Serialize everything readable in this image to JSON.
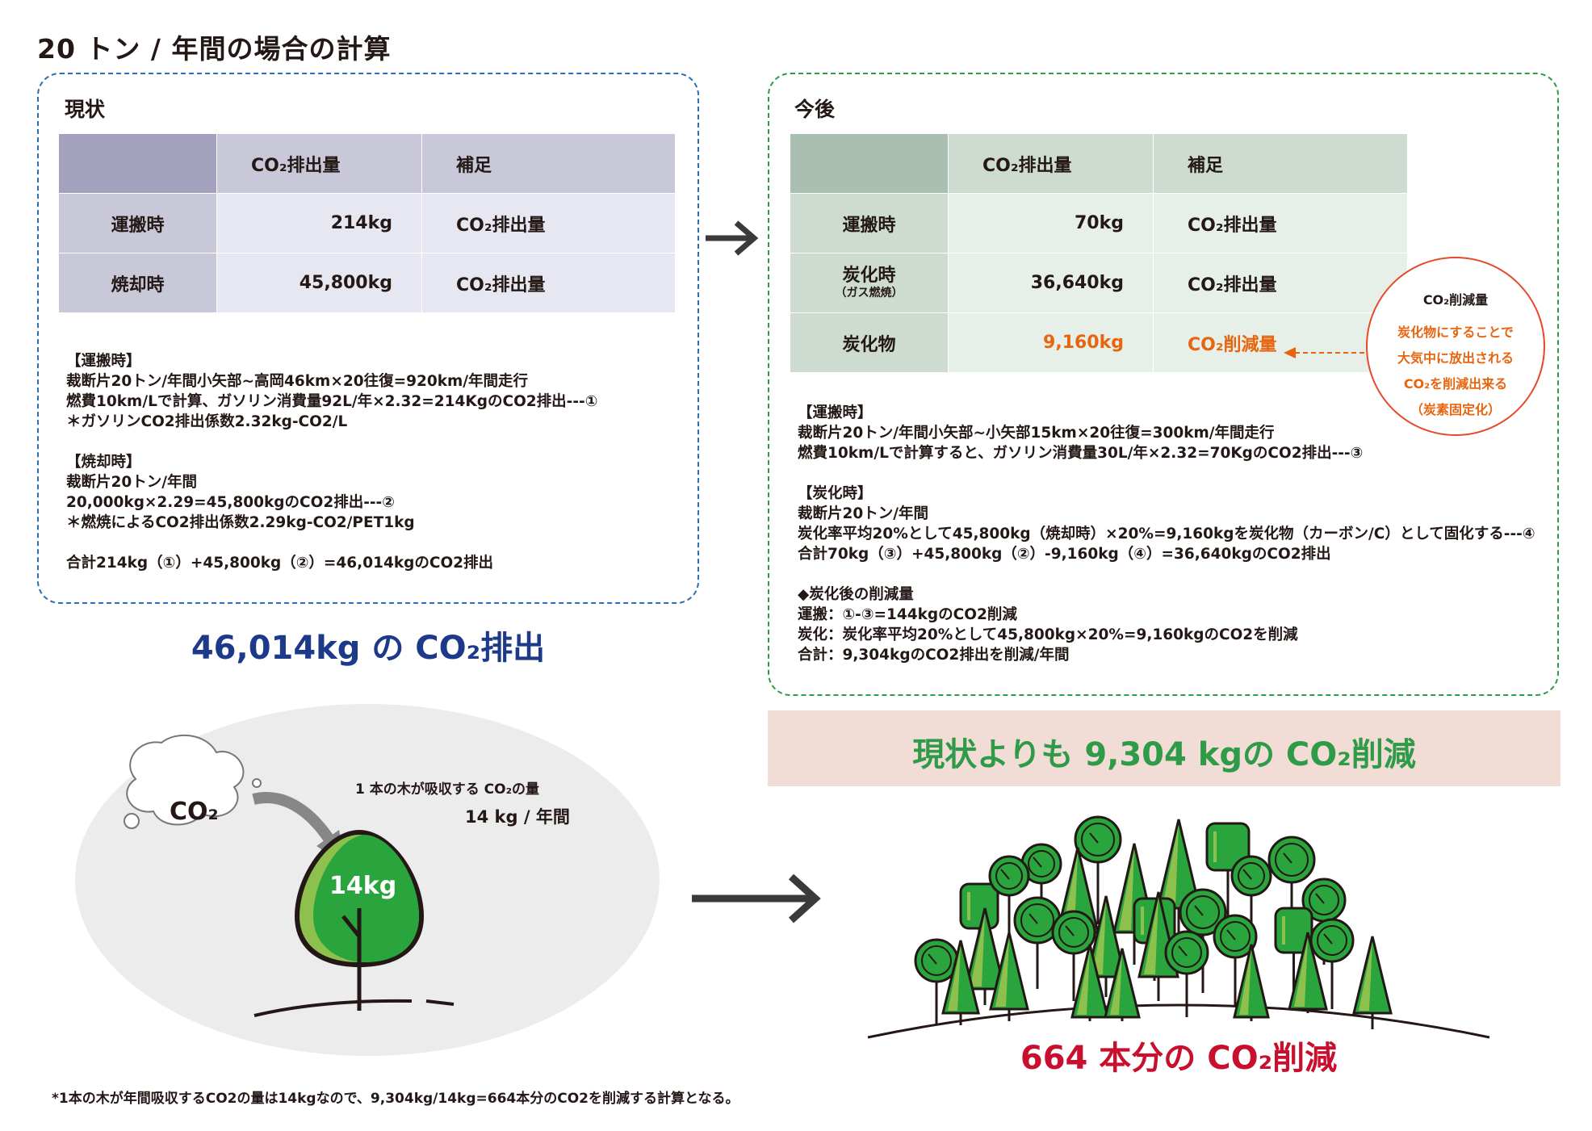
{
  "title": "20 トン / 年間の場合の計算",
  "current": {
    "heading": "現状",
    "table": {
      "header": [
        "",
        "CO₂排出量",
        "補足"
      ],
      "rows": [
        {
          "label": "運搬時",
          "value": "214kg",
          "note": "CO₂排出量"
        },
        {
          "label": "焼却時",
          "value": "45,800kg",
          "note": "CO₂排出量"
        }
      ]
    },
    "notes": {
      "transport_title": "【運搬時】",
      "transport_lines": [
        "裁断片20トン/年間小矢部~高岡46km×20往復=920km/年間走行",
        "燃費10km/Lで計算、ガソリン消費量92L/年×2.32=214KgのCO2排出---①",
        "＊ガソリンCO2排出係数2.32kg-CO2/L"
      ],
      "burn_title": "【焼却時】",
      "burn_lines": [
        "裁断片20トン/年間",
        "20,000kg×2.29=45,800kgのCO2排出---②",
        "＊燃焼によるCO2排出係数2.29kg-CO2/PET1kg"
      ],
      "total": "合計214kg（①）+45,800kg（②）=46,014kgのCO2排出"
    },
    "result": "46,014kg の CO₂排出"
  },
  "future": {
    "heading": "今後",
    "table": {
      "header": [
        "",
        "CO₂排出量",
        "補足"
      ],
      "rows": [
        {
          "label": "運搬時",
          "sublabel": "",
          "value": "70kg",
          "note": "CO₂排出量"
        },
        {
          "label": "炭化時",
          "sublabel": "（ガス燃焼）",
          "value": "36,640kg",
          "note": "CO₂排出量"
        },
        {
          "label": "炭化物",
          "sublabel": "",
          "value": "9,160kg",
          "note": "CO₂削減量"
        }
      ]
    },
    "callout": {
      "title": "CO₂削減量",
      "lines": [
        "炭化物にすることで",
        "大気中に放出される",
        "CO₂を削減出来る",
        "（炭素固定化）"
      ]
    },
    "notes": {
      "transport_title": "【運搬時】",
      "transport_lines": [
        "裁断片20トン/年間小矢部~小矢部15km×20往復=300km/年間走行",
        "燃費10km/Lで計算すると、ガソリン消費量30L/年×2.32=70KgのCO2排出---③"
      ],
      "carb_title": "【炭化時】",
      "carb_lines": [
        "裁断片20トン/年間",
        "炭化率平均20%として45,800kg（焼却時）×20%=9,160kgを炭化物（カーボン/C）として固化する---④",
        "合計70kg（③）+45,800kg（②）-9,160kg（④）=36,640kgのCO2排出"
      ],
      "reduction_title": "◆炭化後の削減量",
      "reduction_lines": [
        "運搬：①-③=144kgのCO2削減",
        "炭化：炭化率平均20%として45,800kg×20%=9,160kgのCO2を削減",
        "合計：9,304kgのCO2排出を削減/年間"
      ]
    },
    "banner": "現状よりも 9,304 kgの CO₂削減"
  },
  "tree": {
    "bubble": "CO₂",
    "absorb_label": "1 本の木が吸収する CO₂の量",
    "absorb_value": "14 kg / 年間",
    "tree_value": "14kg"
  },
  "forest_result": "664 本分の CO₂削減",
  "footnote": "*1本の木が年間吸収するCO2の量は14kgなので、9,304kg/14kg=664本分のCO2を削減する計算となる。",
  "colors": {
    "blue_result": "#1d3a8a",
    "green_result": "#2f9a48",
    "red_result": "#c8102e",
    "orange": "#e8650f",
    "tree_green": "#2aa43c",
    "tree_light": "#8ec04e"
  }
}
